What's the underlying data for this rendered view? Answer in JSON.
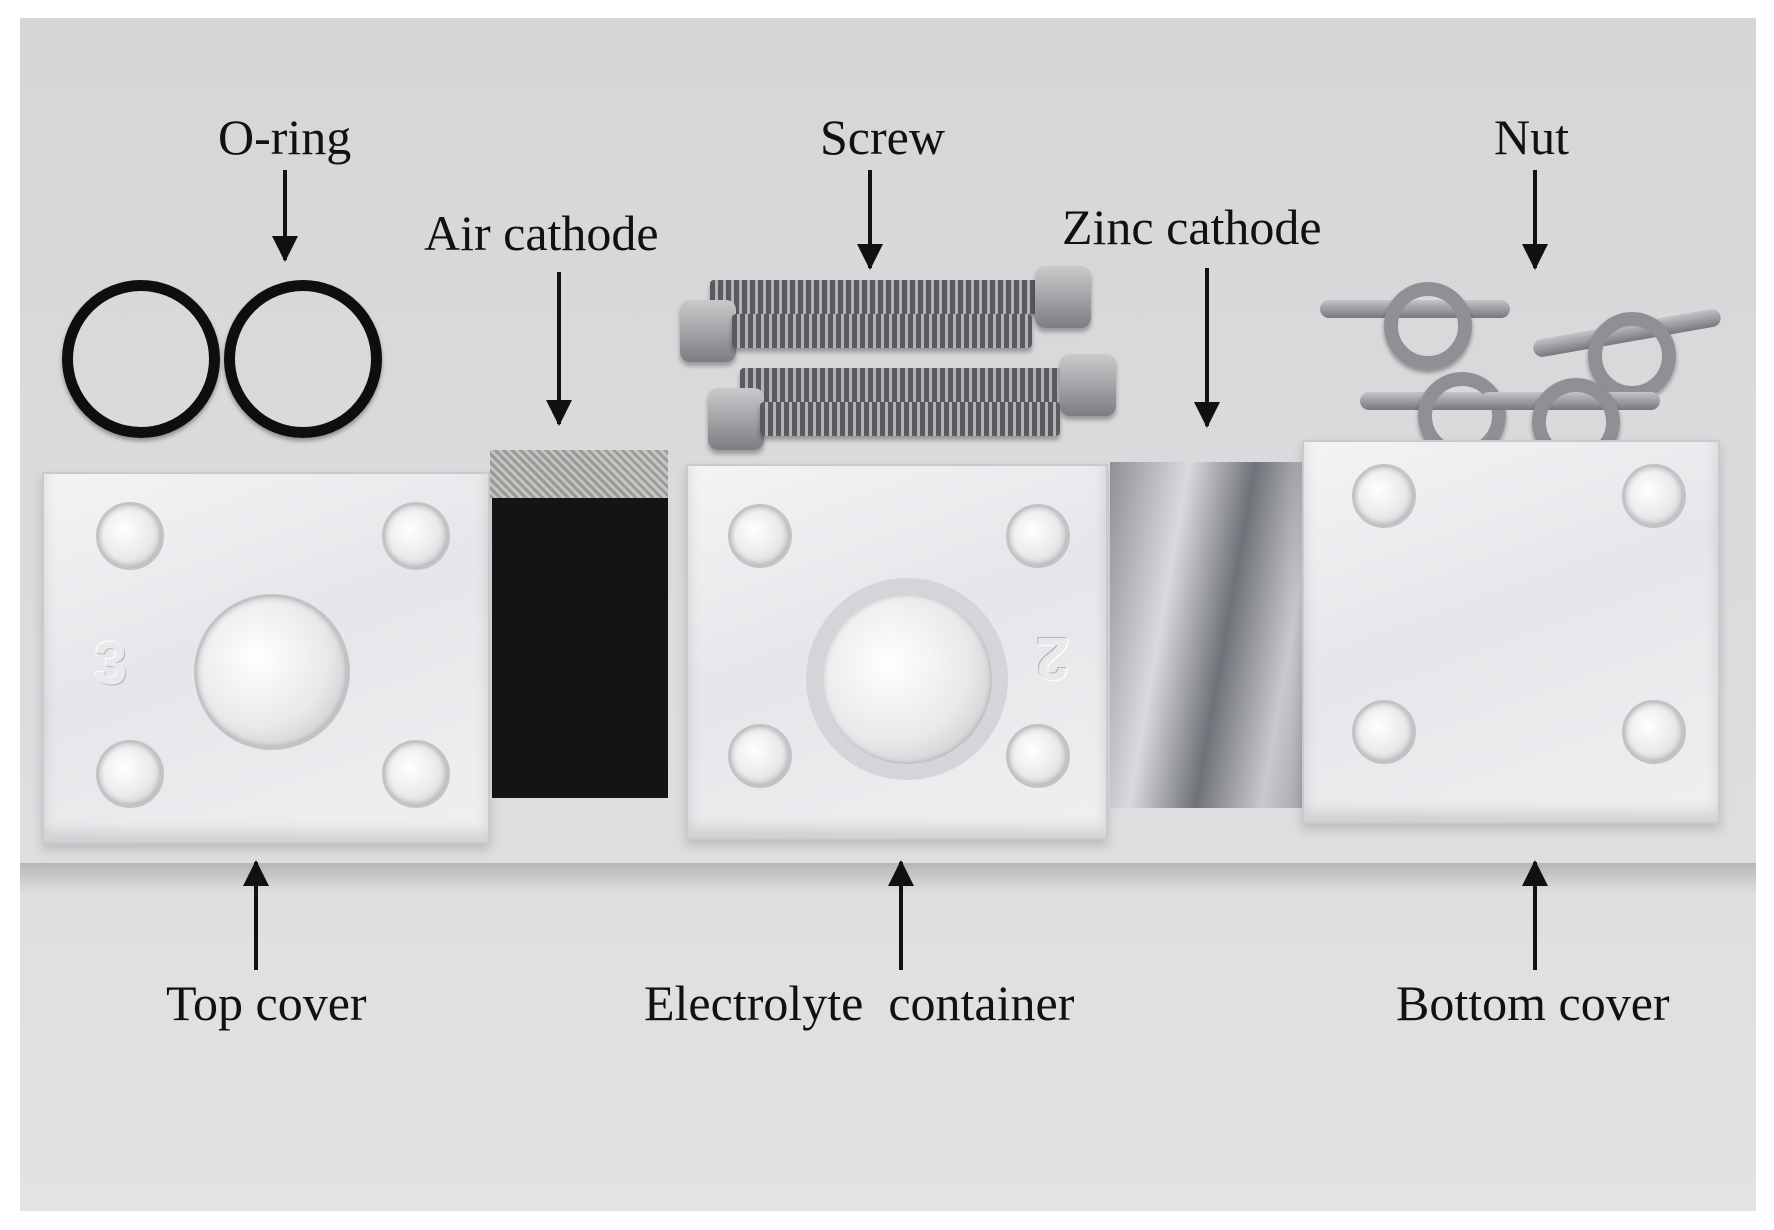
{
  "labels": {
    "o_ring": "O-ring",
    "air_cathode": "Air cathode",
    "screw": "Screw",
    "zinc_cathode": "Zinc cathode",
    "nut": "Nut",
    "top_cover": "Top cover",
    "electrolyte_container": "Electrolyte  container",
    "bottom_cover": "Bottom cover"
  },
  "engravings": {
    "top_cover_number": "3",
    "container_number": "2"
  },
  "colors": {
    "text": "#111111",
    "background": "#dcdcde",
    "o_ring": "#0e0e0e",
    "carbon": "#141414"
  }
}
